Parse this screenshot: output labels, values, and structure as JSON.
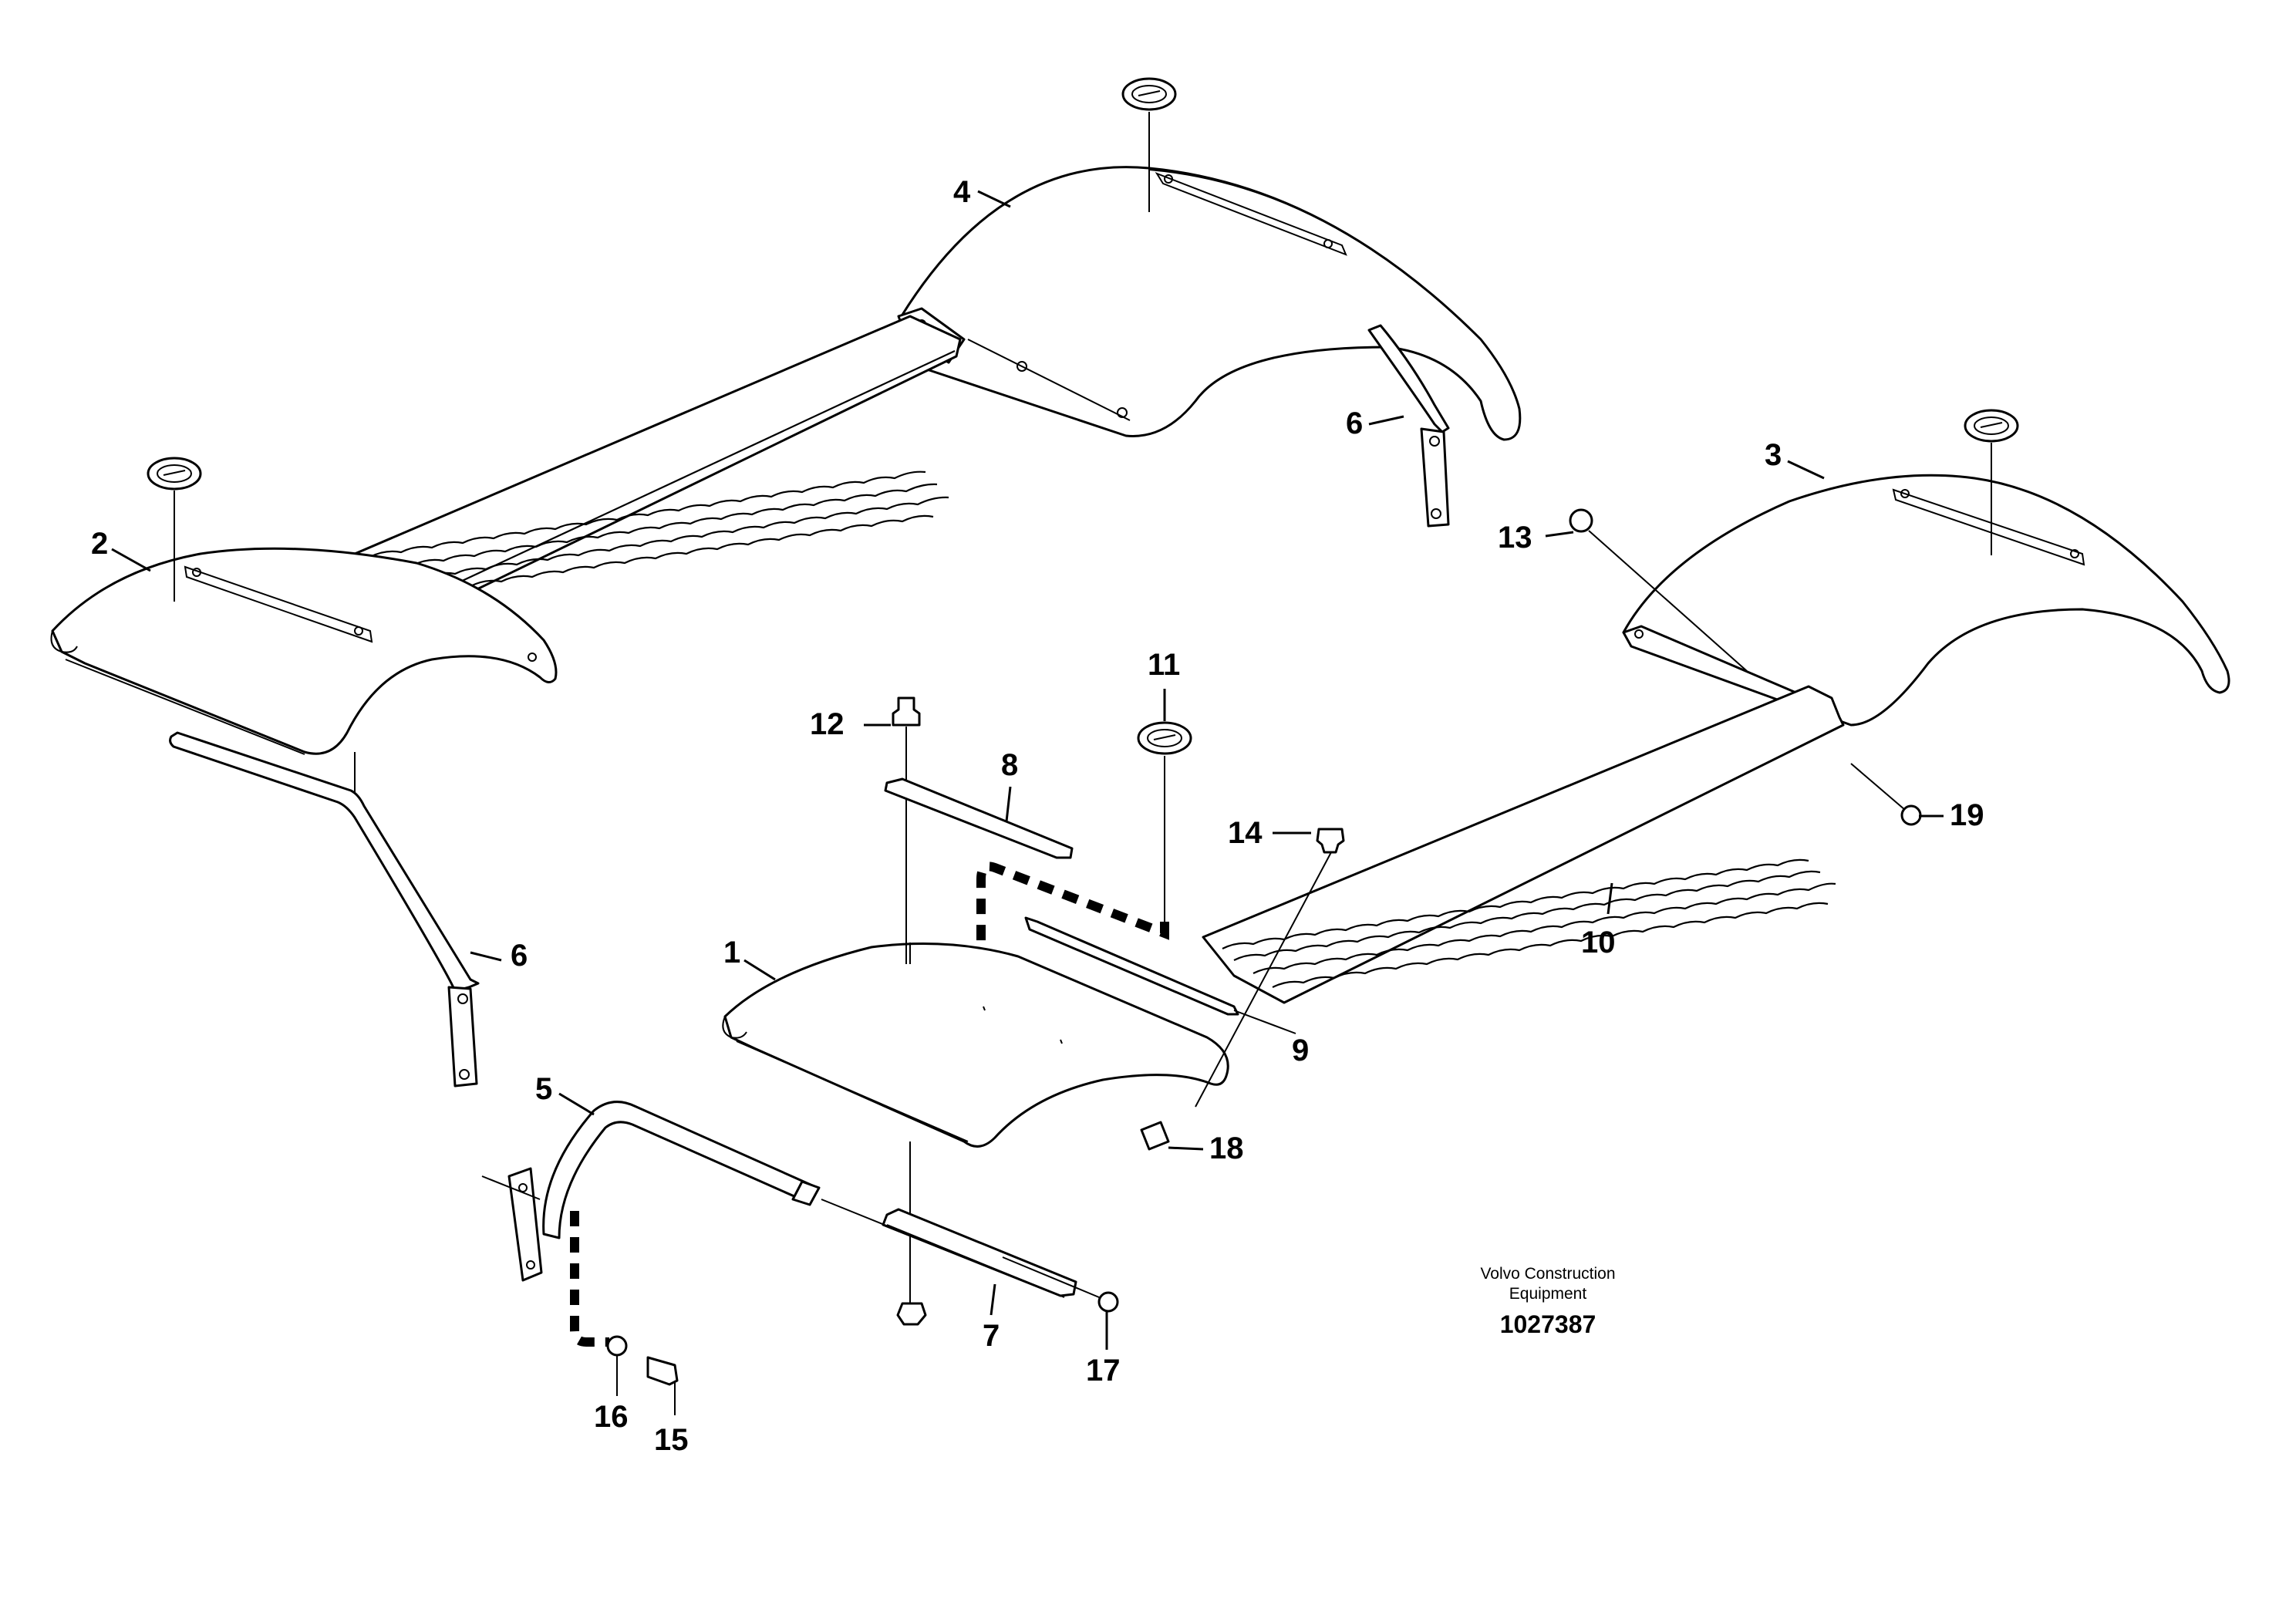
{
  "labels": {
    "p1": "1",
    "p2": "2",
    "p3": "3",
    "p4": "4",
    "p5": "5",
    "p6a": "6",
    "p6b": "6",
    "p7": "7",
    "p8": "8",
    "p9": "9",
    "p10": "10",
    "p11": "11",
    "p12": "12",
    "p13": "13",
    "p14": "14",
    "p15": "15",
    "p16": "16",
    "p17": "17",
    "p18": "18",
    "p19": "19"
  },
  "footer": {
    "brand_line1": "Volvo Construction",
    "brand_line2": "Equipment",
    "doc_number": "1027387"
  }
}
